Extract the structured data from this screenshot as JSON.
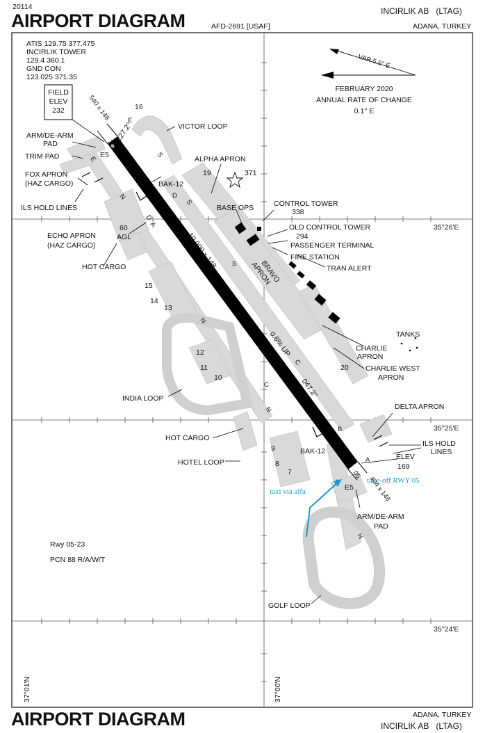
{
  "header": {
    "chart_number": "20114",
    "title": "AIRPORT DIAGRAM",
    "afd_ref": "AFD-2691 [USAF]",
    "airport_name": "INCIRLIK AB",
    "airport_id": "(LTAG)",
    "location": "ADANA, TURKEY"
  },
  "footer": {
    "title": "AIRPORT DIAGRAM",
    "location": "ADANA, TURKEY",
    "airport_name": "INCIRLIK AB",
    "airport_id": "(LTAG)"
  },
  "comms": {
    "atis": "ATIS   129.75  377.475",
    "tower_name": "INCIRLIK TOWER",
    "tower_freq": "129.4  360.1",
    "gnd_name": "GND CON",
    "gnd_freq": "123.025  371.35"
  },
  "field_elev": {
    "line1": "FIELD",
    "line2": "ELEV",
    "value": "232"
  },
  "variation": {
    "var_text": "VAR 5.5° E",
    "date": "FEBRUARY 2020",
    "roc_label": "ANNUAL RATE OF CHANGE",
    "roc_value": "0.1° E"
  },
  "coords": {
    "lat_1": "35°26'E",
    "lat_2": "35°25'E",
    "lat_3": "35°24'E",
    "lon_1": "37°01'N",
    "lon_2": "37°00'N"
  },
  "runway": {
    "length": "10,000 x 148",
    "slope_up": "0.6% UP",
    "heading_1": "047.2°",
    "heading_2": "227.2°",
    "end_23": "23",
    "end_05": "05",
    "overrun_nw": "540 x 148",
    "overrun_se": "484 x 148",
    "rwy_info": "Rwy 05-23",
    "pcn": "PCN 88 R/A/W/T"
  },
  "labels": {
    "victor_loop": "VICTOR LOOP",
    "alpha_apron": "ALPHA APRON",
    "arm_dearm_pad_1": "ARM/DE-ARM",
    "arm_dearm_pad_2": "PAD",
    "trim_pad": "TRIM PAD",
    "fox_apron_1": "FOX APRON",
    "fox_apron_2": "(HAZ CARGO)",
    "ils_hold_lines": "ILS HOLD LINES",
    "bak12_nw": "BAK-12",
    "base_ops": "BASE OPS",
    "control_tower": "CONTROL TOWER",
    "control_tower_elev": "338",
    "old_control_tower": "OLD CONTROL TOWER",
    "old_control_tower_elev": "294",
    "passenger_terminal": "PASSENGER TERMINAL",
    "fire_station": "FIRE STATION",
    "tran_alert": "TRAN ALERT",
    "echo_apron_1": "ECHO APRON",
    "echo_apron_2": "(HAZ CARGO)",
    "agl_val": "60",
    "agl": "AGL",
    "hot_cargo_nw": "HOT CARGO",
    "bravo": "BRAVO",
    "apron": "APRON",
    "tanks": "TANKS",
    "charlie_apron_1": "CHARLIE",
    "charlie_apron_2": "APRON",
    "charlie_west_1": "CHARLIE WEST",
    "charlie_west_2": "APRON",
    "india_loop": "INDIA LOOP",
    "delta_apron": "DELTA APRON",
    "hot_cargo_s": "HOT CARGO",
    "bak12_se": "BAK-12",
    "ils_hold_se_1": "ILS HOLD",
    "ils_hold_se_2": "LINES",
    "elev": "ELEV",
    "elev_val": "169",
    "hotel_loop": "HOTEL LOOP",
    "arm_dearm_se_1": "ARM/DE-ARM",
    "arm_dearm_se_2": "PAD",
    "golf_loop": "GOLF LOOP",
    "e5_nw": "E5",
    "e5_se": "E5",
    "obst_371": "371",
    "spot_16": "16",
    "spot_19": "19",
    "spot_20": "20",
    "spot_15": "15",
    "spot_14": "14",
    "spot_13": "13",
    "spot_12": "12",
    "spot_11": "11",
    "spot_10": "10",
    "spot_9": "9",
    "spot_8": "8",
    "spot_7": "7"
  },
  "taxiways": {
    "e1": "E",
    "e2": "E",
    "s1": "S",
    "s2": "S",
    "s3": "S",
    "n1": "N",
    "n2": "N",
    "n3": "N",
    "n4": "N",
    "d1": "D",
    "d2": "D",
    "a1": "A",
    "a2": "A",
    "a3": "A",
    "c1": "C",
    "c2": "C",
    "b1": "B"
  },
  "annotations": {
    "taxi_note": "taxi via alfa",
    "takeoff_note": "take-off RWY 05"
  },
  "colors": {
    "annotation": "#1a9ad6",
    "pavement": "#d9d9d9",
    "runway": "#000000"
  }
}
